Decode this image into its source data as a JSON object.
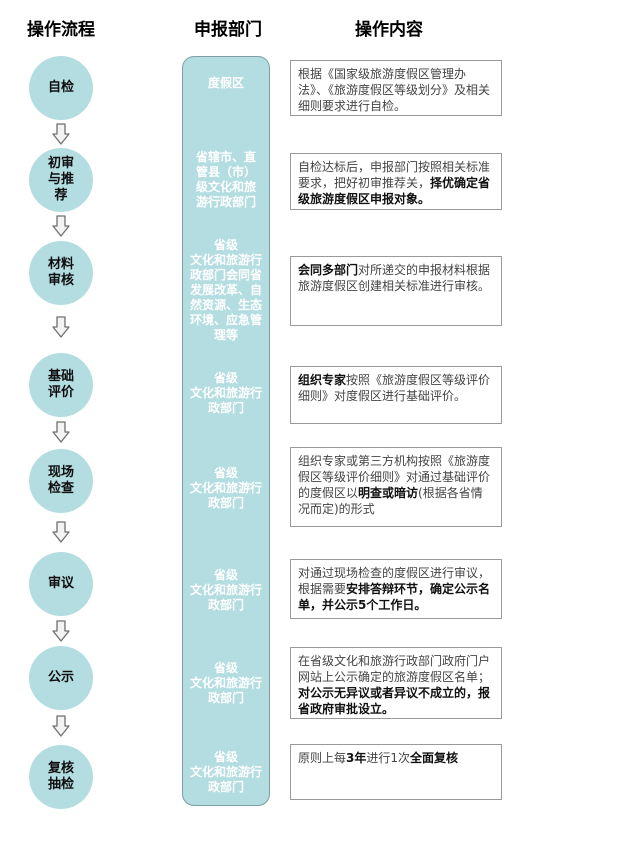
{
  "headers": {
    "process": "操作流程",
    "department": "申报部门",
    "content": "操作内容"
  },
  "steps": [
    {
      "label": "自检",
      "dept": "度假区",
      "content": [
        {
          "t": "根据《国家级旅游度假区管理办法》、《旅游度假区等级划分》及相关细则要求进行自检。",
          "b": false
        }
      ]
    },
    {
      "label": "初审\n与推\n荐",
      "dept": "省辖市、直\n管县（市）\n级文化和旅\n游行政部门",
      "content": [
        {
          "t": "自检达标后，申报部门按照相关标准要求，把好初审推荐关，",
          "b": false
        },
        {
          "t": "择优确定省级旅游度假区申报对象。",
          "b": true
        }
      ]
    },
    {
      "label": "材料\n审核",
      "dept": "省级\n文化和旅游行\n政部门会同省\n发展改革、自\n然资源、生态\n环境、应急管\n理等",
      "content": [
        {
          "t": "会同多部门",
          "b": true
        },
        {
          "t": "对所递交的申报材料根据旅游度假区创建相关标准进行审核。",
          "b": false
        }
      ]
    },
    {
      "label": "基础\n评价",
      "dept": "省级\n文化和旅游行\n政部门",
      "content": [
        {
          "t": "组织专家",
          "b": true
        },
        {
          "t": "按照《旅游度假区等级评价细则》对度假区进行基础评价。",
          "b": false
        }
      ]
    },
    {
      "label": "现场\n检查",
      "dept": "省级\n文化和旅游行\n政部门",
      "content": [
        {
          "t": "组织专家或第三方机构按照《旅游度假区等级评价细则》对通过基础评价的度假区以",
          "b": false
        },
        {
          "t": "明查或暗访",
          "b": true
        },
        {
          "t": "(根据各省情况而定)的形式",
          "b": false
        }
      ]
    },
    {
      "label": "审议",
      "dept": "省级\n文化和旅游行\n政部门",
      "content": [
        {
          "t": "对通过现场检查的度假区进行审议，根据需要",
          "b": false
        },
        {
          "t": "安排答辩环节，确定公示名单，并公示5个工作日。",
          "b": true
        }
      ]
    },
    {
      "label": "公示",
      "dept": "省级\n文化和旅游行\n政部门",
      "content": [
        {
          "t": "在省级文化和旅游行政部门政府门户网站上公示确定的旅游度假区名单；",
          "b": false
        },
        {
          "t": "对公示无异议或者异议不成立的，报省政府审批设立。",
          "b": true
        }
      ]
    },
    {
      "label": "复核\n抽检",
      "dept": "省级\n文化和旅游行\n政部门",
      "content": [
        {
          "t": "原则上每",
          "b": false
        },
        {
          "t": "3年",
          "b": true
        },
        {
          "t": "进行1次",
          "b": false
        },
        {
          "t": "全面复核",
          "b": true
        }
      ]
    }
  ],
  "colors": {
    "circle_fill": "#b4dde2",
    "pillar_fill": "#b4dde2",
    "arrow_fill": "#f3f3f3",
    "arrow_stroke": "#6f6f6f",
    "box_border": "#9a9a9a"
  },
  "icons": {
    "flow_arrow": "down-arrow-icon"
  }
}
